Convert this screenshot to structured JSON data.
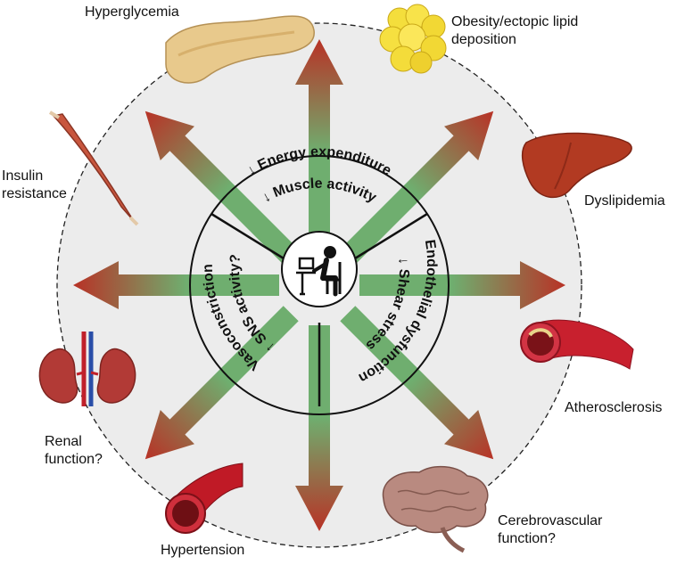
{
  "center": {
    "icon": "person-at-computer-icon"
  },
  "inner_ring": {
    "top_outer": "↓ Energy expenditure",
    "top_inner": "↓ Muscle activity",
    "right_outer": "Endothelial dysfunction",
    "right_inner": "↓ Shear stress",
    "left_outer": "Vasoconstriction",
    "left_inner": "↑ SNS activity?"
  },
  "outcomes": [
    {
      "id": "hyperglycemia",
      "lines": [
        "Hyperglycemia"
      ],
      "icon": "pancreas-icon"
    },
    {
      "id": "obesity",
      "lines": [
        "Obesity/ectopic lipid",
        "deposition"
      ],
      "icon": "fat-tissue-icon"
    },
    {
      "id": "dyslipidemia",
      "lines": [
        "Dyslipidemia"
      ],
      "icon": "liver-icon"
    },
    {
      "id": "atherosclerosis",
      "lines": [
        "Atherosclerosis"
      ],
      "icon": "artery-plaque-icon"
    },
    {
      "id": "cerebrovascular",
      "lines": [
        "Cerebrovascular",
        "function?"
      ],
      "icon": "brain-icon"
    },
    {
      "id": "hypertension",
      "lines": [
        "Hypertension"
      ],
      "icon": "blood-vessel-icon"
    },
    {
      "id": "renal",
      "lines": [
        "Renal",
        "function?"
      ],
      "icon": "kidneys-icon"
    },
    {
      "id": "insulin",
      "lines": [
        "Insulin",
        "resistance"
      ],
      "icon": "muscle-icon"
    }
  ],
  "colors": {
    "arrow_tip": "#b83226",
    "arrow_base": "#6fae6f",
    "disc": "#ececec"
  }
}
